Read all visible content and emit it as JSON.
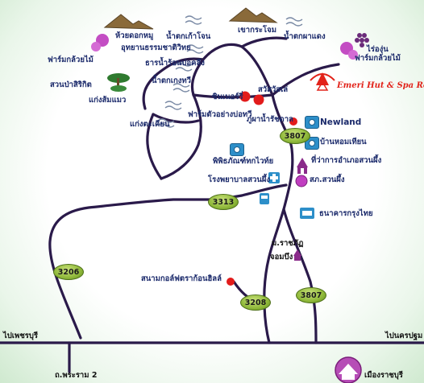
{
  "labels": {
    "huai_dok_mai": "ห้วยดอกหมู",
    "water_fall_kaew_yon": "น้ำตกเก้าโจน",
    "khao_krachom": "เขากระโจม",
    "waterfall_pha_daeng": "น้ำตกผาแดง",
    "national_park": "อุทยานธรรมชาติวิทย",
    "orchid_farm_left": "ฟาร์มกล้วยไม้",
    "hot_spring": "ธารน้ำร้อนบ่อคลึง",
    "grape_farm_1": "ไร่องุ่น",
    "grape_farm_2": "ฟาร์มกล้วยไม้",
    "pine_garden": "สวนป่าสิริกิต",
    "waterfall_kong_thong": "น้ำตกเกงทวี",
    "kaeng_som_maeo": "แก่งส้มแมว",
    "singapore": "ซินเนอร์รี่",
    "sawasdee": "สวัสวัสเล่",
    "farm_ostrich": "ฟาร์มตัวอย่างบ่อทวี",
    "phu_pha": "ภูผาน้ำรัชดาล",
    "kaeng_tatian": "แก่งตะเคียน",
    "newland": "Newland",
    "ban_hom": "บ้านหอมเทียน",
    "district_office": "ที่ว่าการอำเภอสวนผึ้ง",
    "museum": "พิพิธภัณฑ์ทกไวท์ย",
    "police": "สภ.สวนผึ้ง",
    "hospital": "โรงพยาบาลสวนผึ้ง",
    "bank": "ธนาคารกรุงไทย",
    "school_1": "ม.ราชภัฏ",
    "school_2": "จอมบึง",
    "golf": "สนามกอล์ฟตราก้อนฮิลล์",
    "resort": "Emeri Hut & Spa Resort"
  },
  "roads": {
    "r3807_top": "3807",
    "r3313": "3313",
    "r3206": "3206",
    "r3208": "3208",
    "r3807_bottom": "3807"
  },
  "edges": {
    "to_phetchaburi": "ไปเพชรบุรี",
    "to_nakhon_pathom": "ไปนครปฐม",
    "rama2": "ถ.พระราม 2",
    "ratchaburi": "เมืองราชบุรี"
  },
  "colors": {
    "road": "#2a1a4a",
    "shield": "#8fb83a",
    "marker_red": "#e21b1b",
    "label_blue": "#1b2a6b",
    "resort_red": "#e2231a",
    "temple": "#8a2b8a"
  }
}
